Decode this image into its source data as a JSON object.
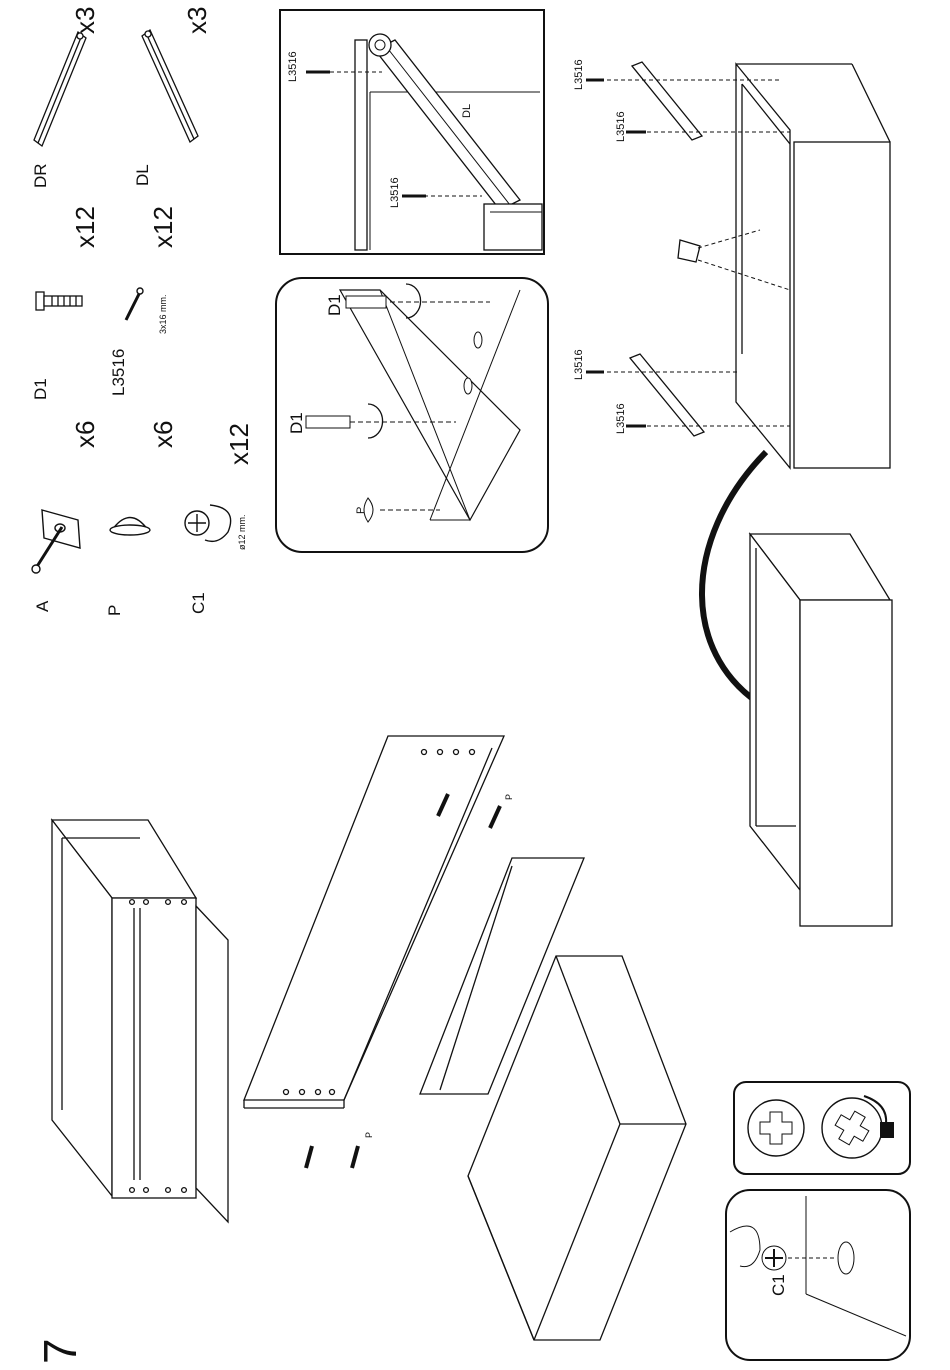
{
  "step": "7",
  "parts": {
    "A": {
      "label": "A",
      "count": "x6"
    },
    "P": {
      "label": "P",
      "count": "x6"
    },
    "C1": {
      "label": "C1",
      "count": "x12",
      "note": "ø12 mm."
    },
    "D1": {
      "label": "D1",
      "count": "x12"
    },
    "L3516": {
      "label": "L3516",
      "count": "x12",
      "note": "3x16 mm."
    },
    "DR": {
      "label": "DR",
      "count": "x3"
    },
    "DL": {
      "label": "DL",
      "count": "x3"
    }
  },
  "detail_rail": {
    "screw": "L3516",
    "rail": "DL",
    "screw2": "L3516"
  },
  "detail_dowel": {
    "d1_a": "D1",
    "d1_b": "D1",
    "p": "P"
  },
  "assembly": {
    "screw_1": "L3516",
    "screw_2": "L3516",
    "screw_3": "L3516",
    "screw_4": "L3516",
    "p_1": "P",
    "p_2": "P",
    "c1": "C1"
  }
}
